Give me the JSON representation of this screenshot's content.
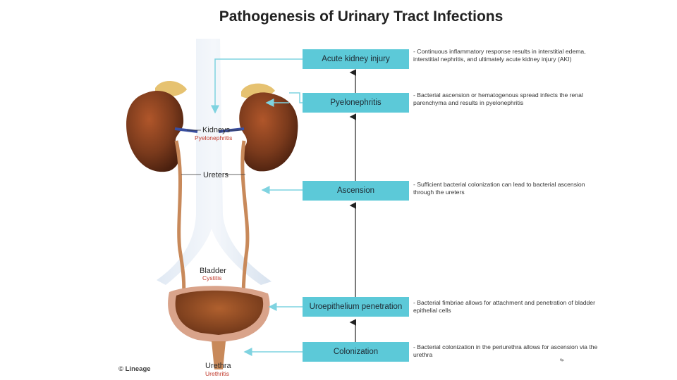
{
  "title": "Pathogenesis of Urinary Tract Infections",
  "stages": [
    {
      "label": "Acute kidney injury",
      "desc": "- Continuous inflammatory response results in interstitial edema, interstitial nephritis, and ultimately acute kidney injury (AKI)"
    },
    {
      "label": "Pyelonephritis",
      "desc": "- Bacterial ascension or hematogenous spread infects the renal parenchyma and results in pyelonephritis"
    },
    {
      "label": "Ascension",
      "desc": "- Sufficient bacterial colonization can lead to bacterial ascension through the ureters"
    },
    {
      "label": "Uroepithelium penetration",
      "desc": "- Bacterial fimbriae allows for attachment and penetration of bladder epithelial cells"
    },
    {
      "label": "Colonization",
      "desc": "- Bacterial colonization in the periurethra allows for ascension via the urethra"
    }
  ],
  "anatomy": {
    "kidneys": "Kidneys",
    "kidneys_sub": "Pyelonephritis",
    "ureters": "Ureters",
    "bladder": "Bladder",
    "bladder_sub": "Cystitis",
    "urethra": "Urethra",
    "urethra_sub": "Urethritis"
  },
  "credit": "© Lineage",
  "colors": {
    "box": "#5cc9d8",
    "arrow": "#7fd3e0",
    "kidney": "#7a3a1c",
    "label_red": "#c0392b"
  }
}
